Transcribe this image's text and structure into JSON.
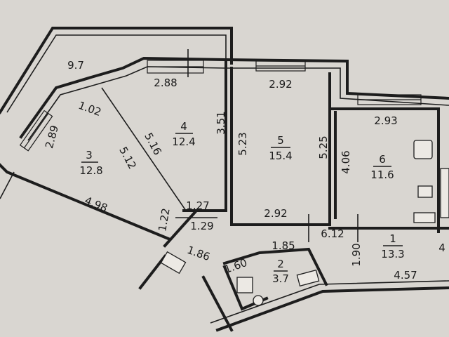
{
  "rooms": [
    {
      "id": "1",
      "area": "13.3"
    },
    {
      "id": "2",
      "area": "3.7"
    },
    {
      "id": "3",
      "area": "12.8"
    },
    {
      "id": "4",
      "area": "12.4"
    },
    {
      "id": "5",
      "area": "15.4"
    },
    {
      "id": "6",
      "area": "11.6"
    }
  ],
  "dimensions": {
    "balcony": "9.7",
    "top_window_left": "2.88",
    "top_window_mid": "2.92",
    "top_window_right": "2.93",
    "diag_short": "1.02",
    "left_wall": "2.89",
    "diag_a": "5.16",
    "diag_b": "5.12",
    "room4_right": "3.51",
    "room5_left": "5.23",
    "room5_right": "5.25",
    "room6_left": "4.06",
    "room5_bottom": "2.92",
    "corridor_a": "1.27",
    "corridor_b": "1.29",
    "corridor_c": "1.22",
    "corridor_len": "6.12",
    "hall_height": "1.90",
    "left_bottom": "4.98",
    "bath_top_a": "1.60",
    "bath_top_b": "1.85",
    "bath_left": "1.86",
    "room1_bottom": "4.57",
    "partial_room": "4"
  }
}
